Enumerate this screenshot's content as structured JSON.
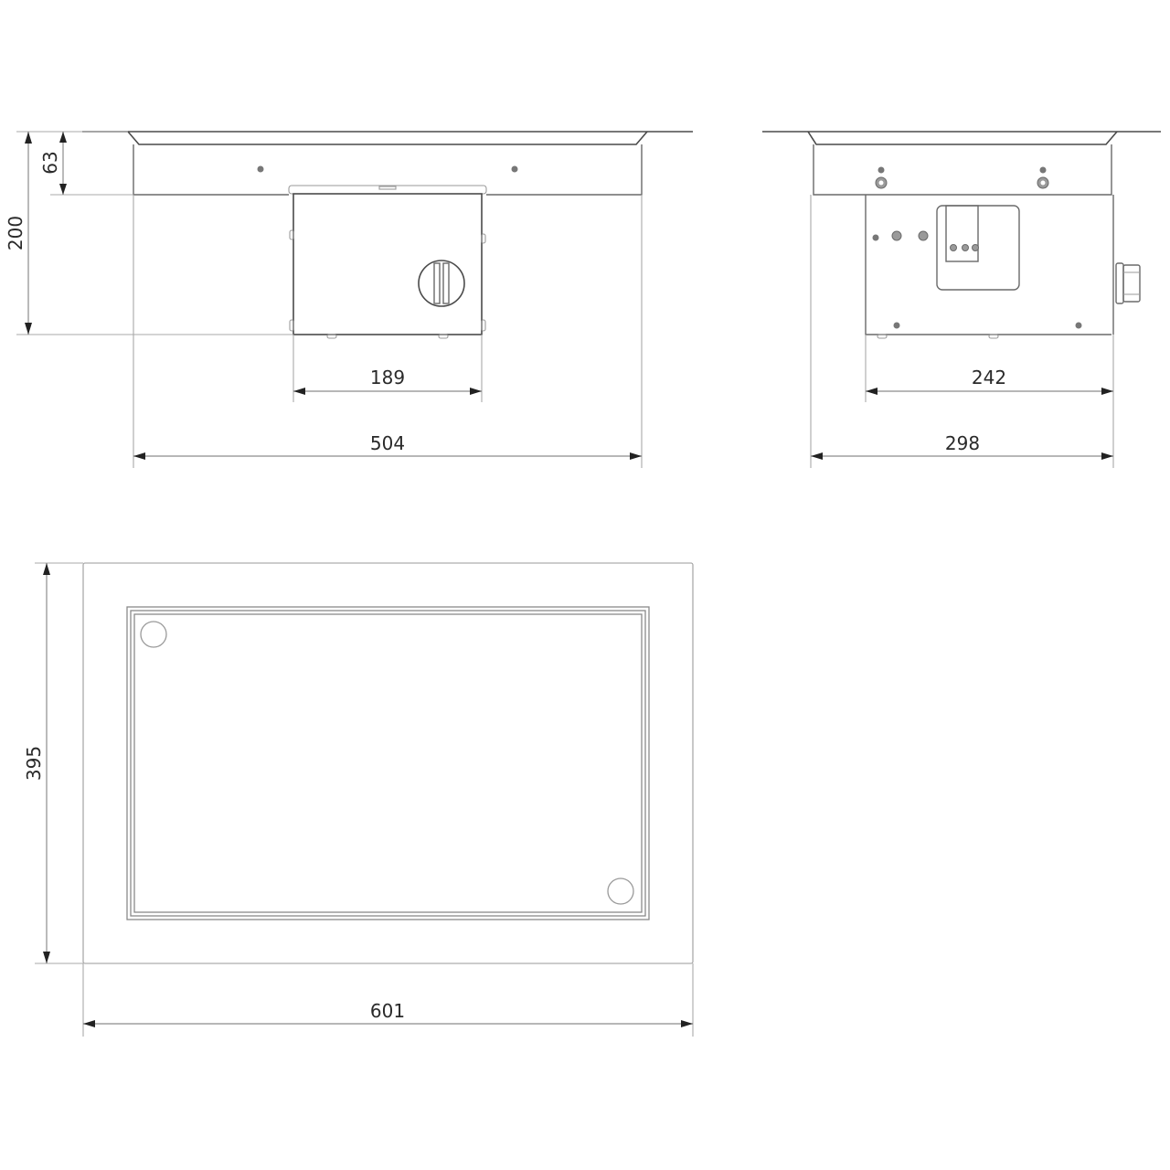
{
  "drawing": {
    "type": "orthographic technical drawing",
    "units": "mm",
    "views": [
      {
        "name": "front-view",
        "dimensions": {
          "overall_height": "200",
          "flange_height": "63",
          "box_width": "189",
          "body_width": "504"
        }
      },
      {
        "name": "side-view",
        "dimensions": {
          "box_depth": "242",
          "body_depth": "298"
        }
      },
      {
        "name": "top-view",
        "dimensions": {
          "frame_height": "395",
          "frame_width": "601"
        }
      }
    ]
  },
  "labels": {
    "front": {
      "overall_height": "200",
      "flange_height": "63",
      "box_width": "189",
      "body_width": "504"
    },
    "side": {
      "box_depth": "242",
      "body_depth": "298"
    },
    "top": {
      "frame_height": "395",
      "frame_width": "601"
    }
  },
  "colors": {
    "line": "#6a6a6a",
    "dimension": "#8c8c8c",
    "text": "#2a2a2a",
    "background": "#ffffff"
  }
}
